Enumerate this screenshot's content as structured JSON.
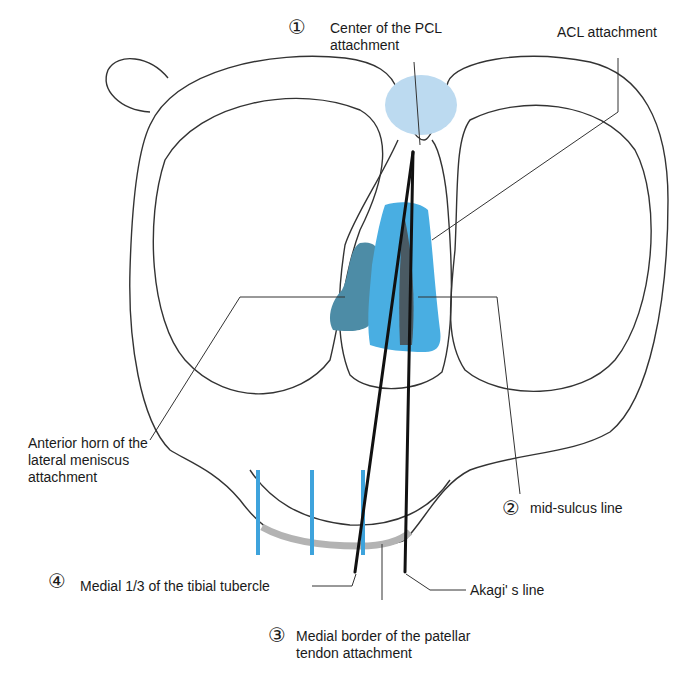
{
  "diagram": {
    "labels": [
      "①",
      "Center of the PCL attachment",
      "ACL attachment",
      "Anterior horn of the lateral meniscus attachment",
      "②",
      "mid-sulcus line",
      "④",
      "Medial 1/3 of the tibial tubercle",
      "Akagi' s line",
      "③",
      "Medial border of the patellar tendon attachment"
    ]
  }
}
